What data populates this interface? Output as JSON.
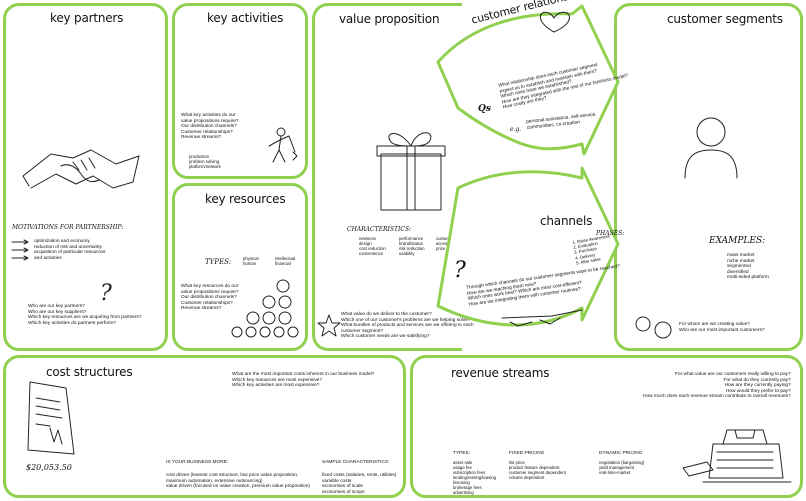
{
  "colors": {
    "panel_border": "#8fd14f",
    "text": "#111111"
  },
  "key_partners": {
    "title": "key partners",
    "motivations": "MOTIVATIONS FOR PARTNERSHIP:",
    "bullets": [
      "optimization and economy",
      "reduction of risk and uncertainty",
      "acquisition of particular resources",
      "and activities"
    ],
    "questions": [
      "Who are our key partners?",
      "Who are our key suppliers?",
      "Which key resources are we acquiring from partners?",
      "Which key activities do partners perform?"
    ]
  },
  "key_activities": {
    "title": "key activities",
    "questions": [
      "What key activities do our",
      "value propositions require?",
      "Our distribution channels?",
      "Customer relationships?",
      "Revenue streams?"
    ],
    "examples": [
      "production",
      "problem solving",
      "platform/network"
    ]
  },
  "key_resources": {
    "title": "key resources",
    "types_label": "TYPES:",
    "types": [
      "physical",
      "human",
      "intellectual",
      "financial"
    ],
    "questions": [
      "What key resources do our",
      "value propositions require?",
      "Our distribution channels?",
      "Customer relationships?",
      "Revenue streams?"
    ]
  },
  "value_proposition": {
    "title": "value proposition",
    "characteristics_label": "CHARACTERISTICS:",
    "characteristics": [
      [
        "newness",
        "design",
        "cost reduction",
        "convenience"
      ],
      [
        "performance",
        "brand/status",
        "risk reduction",
        "usability"
      ],
      [
        "customization",
        "accessibility",
        "price"
      ]
    ],
    "questions": [
      "What value do we deliver to the customer?",
      "Which one of our customer's problems are we helping solve?",
      "What bundles of products and services are we offering to each",
      "customer segment?",
      "Which customer needs are we satisfying?"
    ]
  },
  "customer_relationships": {
    "title": "customer relationships",
    "qs": "Qs",
    "questions": [
      "What relationship does each customer segment",
      "expect us to establish and maintain with them?",
      "Which ones have we established?",
      "How are they integrated with the rest of our business model?",
      "How costly are they?"
    ],
    "eg_label": "e.g.",
    "examples": [
      "personal assistance, self-service,",
      "communities, co-creation"
    ]
  },
  "channels": {
    "title": "channels",
    "phases_label": "PHASES:",
    "phases": [
      "1. Raise Awareness",
      "2. Evaluation",
      "3. Purchase",
      "4. Delivery",
      "5. After sales"
    ],
    "questions": [
      "Through which channels do our customer segments want to be reached?",
      "How are we reaching them now?",
      "Which ones work best? Which are most cost-efficient?",
      "How are we integrating them with customer routines?"
    ]
  },
  "customer_segments": {
    "title": "customer segments",
    "examples_label": "EXAMPLES:",
    "examples": [
      "mass market",
      "niche market",
      "segmented",
      "diversified",
      "multi-sided platform"
    ],
    "questions": [
      "For whom are we creating value?",
      "Who are our most important customers?"
    ]
  },
  "cost_structures": {
    "title": "cost structures",
    "questions": [
      "What are the most important costs inherent in our business model?",
      "Which key resources are most expensive?",
      "Which key activities are most expensive?"
    ],
    "is_more_label": "IS YOUR BUSINESS MORE:",
    "is_more": [
      "cost driven (leanest cost structure, low price value proposition,",
      "maximum automation, extensive outsourcing)",
      "value driven (focused on value creation, premium value proposition)"
    ],
    "sample_label": "SAMPLE CHARACTERISTICS:",
    "sample": [
      "fixed costs (salaries, rents, utilities)",
      "variable costs",
      "economies of scale",
      "economies of scope"
    ],
    "receipt_amount": "$20,053.50"
  },
  "revenue_streams": {
    "title": "revenue streams",
    "questions": [
      "For what value are our customers really willing to pay?",
      "For what do they currently pay?",
      "How are they currently paying?",
      "How would they prefer to pay?",
      "How much does each revenue stream contribute to overall revenues?"
    ],
    "types_label": "TYPES:",
    "types": [
      "asset sale",
      "usage fee",
      "subscription fees",
      "lending/renting/leasing",
      "licensing",
      "brokerage fees",
      "advertising"
    ],
    "fixed_label": "FIXED PRICING",
    "fixed": [
      "list price",
      "product feature dependent",
      "customer segment dependent",
      "volume dependent"
    ],
    "dynamic_label": "DYNAMIC PRICING",
    "dynamic": [
      "negotiation (bargaining)",
      "yield management",
      "real-time-market"
    ]
  }
}
